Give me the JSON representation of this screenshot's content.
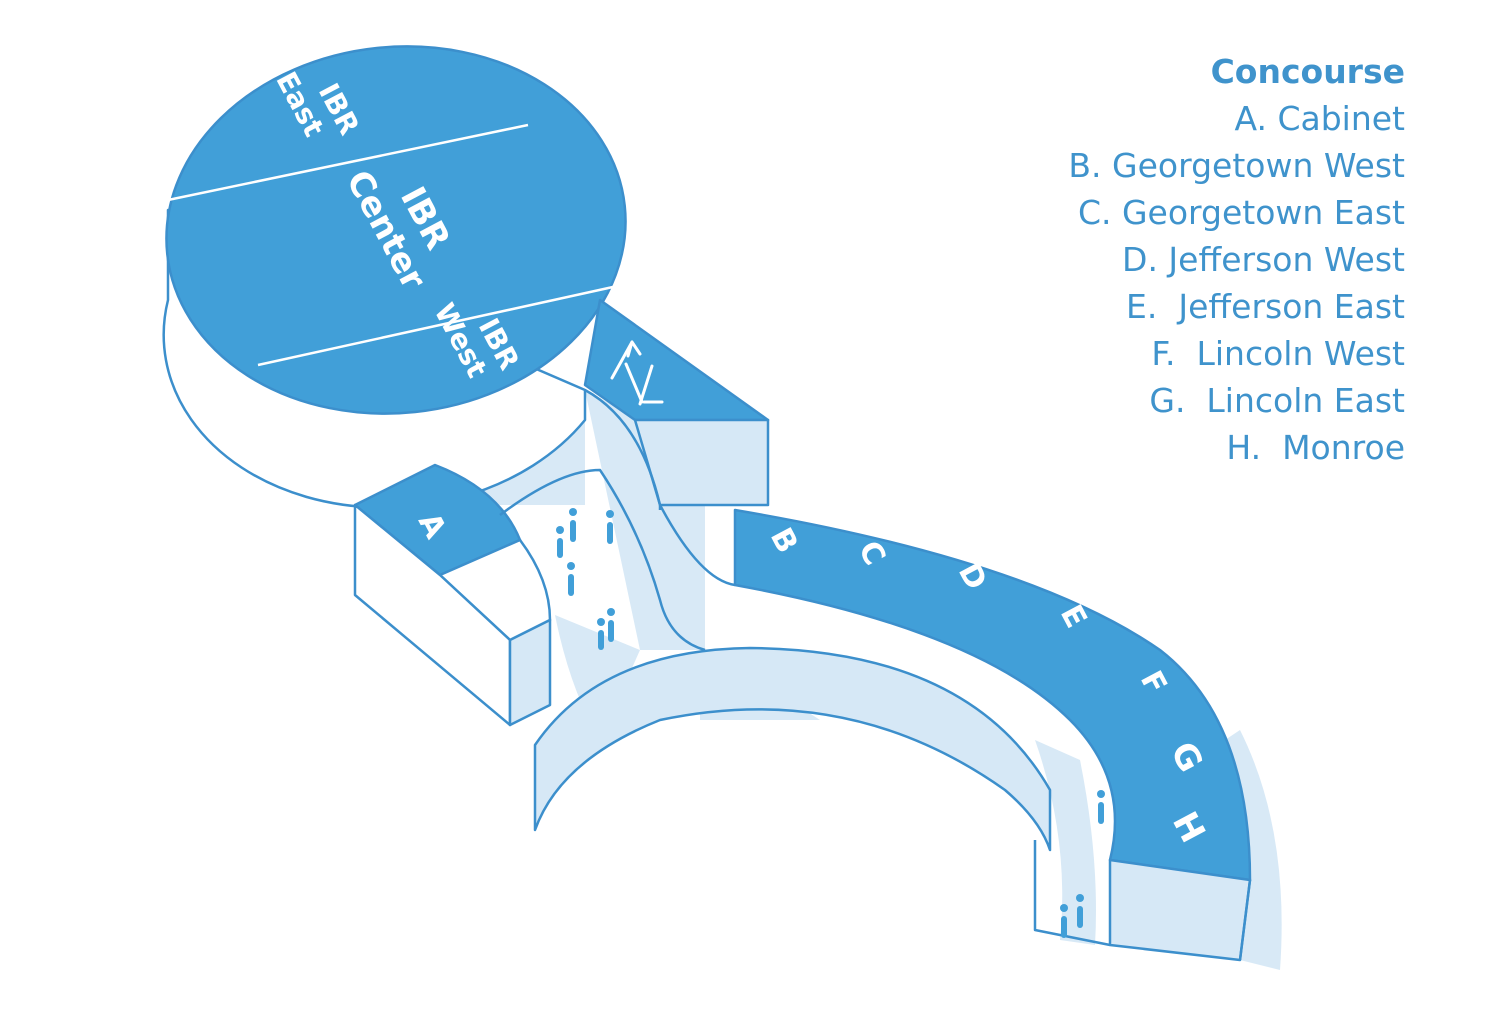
{
  "legend": {
    "title": "Concourse",
    "items": [
      "A. Cabinet",
      "B. Georgetown West",
      "C. Georgetown East",
      "D. Jefferson West",
      "E.  Jefferson East",
      "F.  Lincoln West",
      "G.  Lincoln East",
      "H.  Monroe"
    ]
  },
  "map": {
    "zones": {
      "ibr_east": [
        "IBR",
        "East"
      ],
      "ibr_center": [
        "IBR",
        "Center"
      ],
      "ibr_west": [
        "IBR",
        "West"
      ]
    },
    "concourse_labels": [
      "A",
      "B",
      "C",
      "D",
      "E",
      "F",
      "G",
      "H"
    ],
    "escalator_icon": "up-down-arrows-icon",
    "person_icon": "person-icon"
  },
  "colors": {
    "primary": "#419fd8",
    "outline": "#3c8fcc",
    "light": "#d6e8f6",
    "text": "#3f93cc"
  }
}
